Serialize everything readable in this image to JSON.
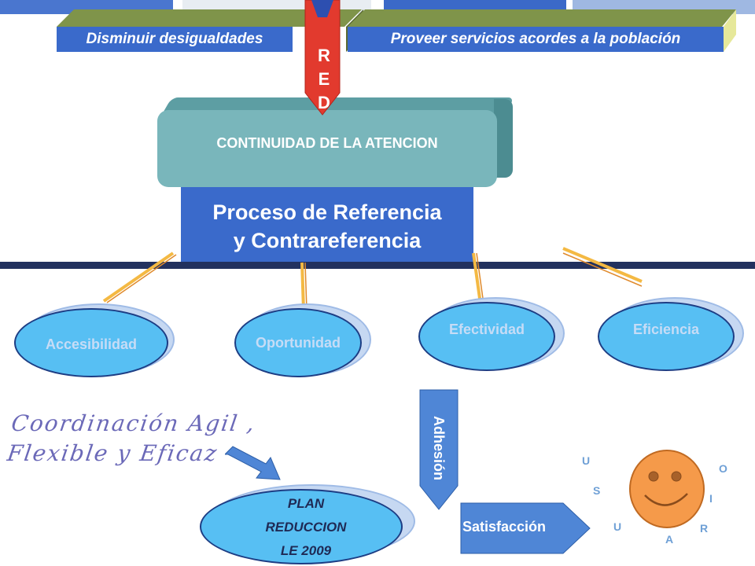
{
  "banners": {
    "left": "Disminuir desigualdades",
    "right": "Proveer servicios acordes a la población"
  },
  "red_arrow": {
    "letters": [
      "R",
      "E",
      "D"
    ]
  },
  "continuidad": "CONTINUIDAD DE LA ATENCION",
  "proceso": {
    "line1": "Proceso de Referencia",
    "line2": "y Contrareferencia"
  },
  "attributes": [
    "Accesibilidad",
    "Oportunidad",
    "Efectividad",
    "Eficiencia"
  ],
  "coordinacion": {
    "line1": "Coordinación Agil ,",
    "line2": "Flexible y Eficaz"
  },
  "plan": {
    "line1": "PLAN",
    "line2": "REDUCCION",
    "line3": "LE 2009"
  },
  "adhesion": "Adhesión",
  "satisfaccion": "Satisfacción",
  "usuario_letters": [
    "U",
    "S",
    "U",
    "A",
    "R",
    "I",
    "O"
  ],
  "colors": {
    "banner": "#3a6acb",
    "red_arrow": "#e23a2e",
    "teal": "#79b6bb",
    "proceso": "#3a6acb",
    "ellipse": "#57bff3",
    "arrow_blue": "#4f86d6",
    "smiley": "#f59a4a",
    "connector": "#f4b943"
  }
}
